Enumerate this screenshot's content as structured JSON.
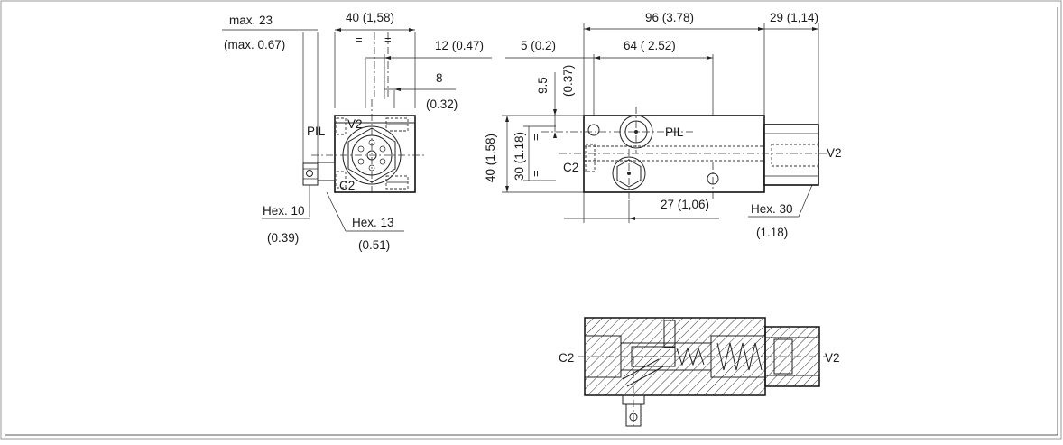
{
  "colors": {
    "line": "#222222",
    "background": "#ffffff",
    "hatch": "#333333"
  },
  "side_view": {
    "dim_max23": "max. 23",
    "dim_max067": "(max. 0.67)",
    "dim_40": "40 (1,58)",
    "dim_12": "12 (0.47)",
    "dim_8": "8",
    "dim_032": "(0.32)",
    "label_pil": "PIL",
    "label_v2": "V2",
    "label_c2": "C2",
    "hex10": "Hex. 10",
    "hex10_in": "(0.39)",
    "hex13": "Hex. 13",
    "hex13_in": "(0.51)"
  },
  "front_view": {
    "dim_96": "96 (3.78)",
    "dim_29": "29 (1,14)",
    "dim_5": "5 (0.2)",
    "dim_64": "64 ( 2.52)",
    "dim_95": "9.5",
    "dim_037": "(0.37)",
    "dim_40v": "40 (1.58)",
    "dim_30v": "30 (1.18)",
    "dim_27": "27 (1,06)",
    "label_pil": "PIL",
    "label_c2": "C2",
    "label_v2": "V2",
    "hex30": "Hex. 30",
    "hex30_in": "(1.18)",
    "eq": "="
  },
  "section_view": {
    "label_c2": "C2",
    "label_v2": "V2"
  }
}
